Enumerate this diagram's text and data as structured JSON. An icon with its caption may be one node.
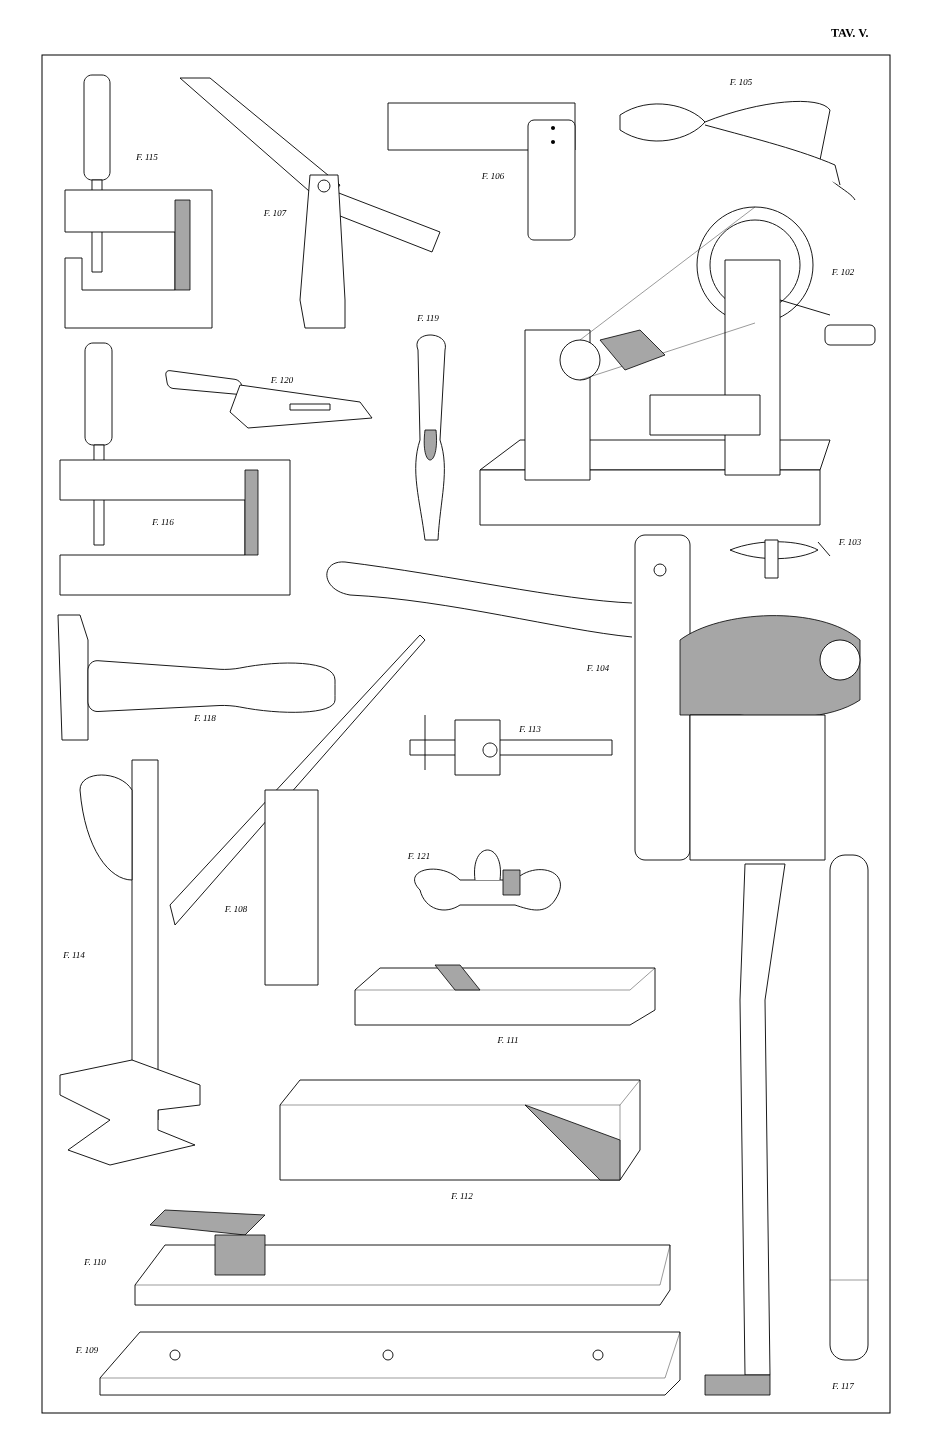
{
  "diagram": {
    "title": "TAV. V.",
    "labels": [
      "F. 105",
      "F. 115",
      "F. 106",
      "F. 107",
      "F. 102",
      "F. 119",
      "F. 120",
      "F. 116",
      "F. 103",
      "F. 104",
      "F. 118",
      "F. 113",
      "F. 121",
      "F. 108",
      "F. 114",
      "F. 111",
      "F. 112",
      "F. 110",
      "F. 109",
      "F. 117"
    ]
  }
}
